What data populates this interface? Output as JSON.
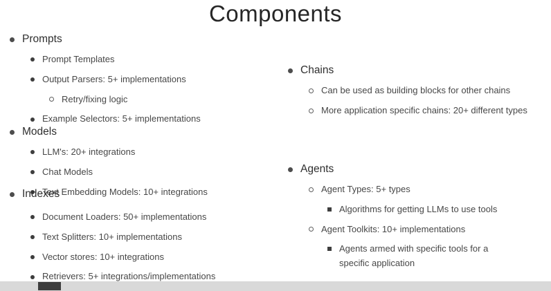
{
  "title": "Components",
  "sections": [
    {
      "heading": "Prompts",
      "items": [
        "Prompt Templates",
        "Output Parsers: 5+ implementations",
        "Retry/fixing logic",
        "Example Selectors: 5+ implementations"
      ]
    },
    {
      "heading": "Models",
      "items": [
        "LLM's: 20+ integrations",
        "Chat Models",
        "Text Embedding Models: 10+ integrations"
      ]
    },
    {
      "heading": "Indexes",
      "items": [
        "Document Loaders: 50+ implementations",
        "Text Splitters: 10+ implementations",
        "Vector stores: 10+ integrations",
        "Retrievers: 5+ integrations/implementations"
      ]
    },
    {
      "heading": "Chains",
      "items": [
        "Can be used as building blocks for other chains",
        "More application specific chains: 20+ different types"
      ]
    },
    {
      "heading": "Agents",
      "items": [
        "Agent Types: 5+ types",
        "Algorithms for getting LLMs to use tools",
        "Agent Toolkits: 10+ implementations",
        "Agents armed with specific tools for a specific application"
      ]
    }
  ],
  "colors": {
    "bottom_bar": "#d9d9d9",
    "bottom_bar_handle": "#3d3d3d",
    "text": "#474747",
    "title": "#262626"
  }
}
